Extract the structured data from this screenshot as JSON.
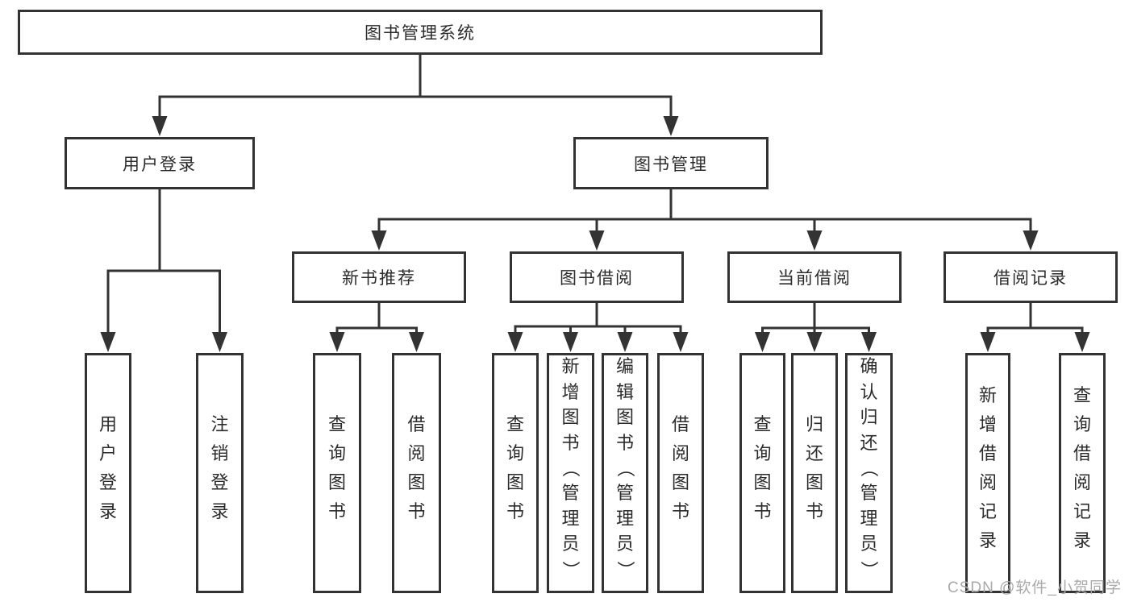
{
  "diagram": {
    "tree": {
      "id": "root",
      "label": "图书管理系统",
      "children": [
        {
          "id": "user-login",
          "label": "用户登录",
          "children": [
            {
              "id": "leaf-user-login",
              "label": "用户登录"
            },
            {
              "id": "leaf-logout-login",
              "label": "注销登录"
            }
          ]
        },
        {
          "id": "book-mgmt",
          "label": "图书管理",
          "children": [
            {
              "id": "new-book-rec",
              "label": "新书推荐",
              "children": [
                {
                  "id": "nbr-query-book",
                  "label": "查询图书"
                },
                {
                  "id": "nbr-borrow-book",
                  "label": "借阅图书"
                }
              ]
            },
            {
              "id": "book-borrow",
              "label": "图书借阅",
              "children": [
                {
                  "id": "bb-query-book",
                  "label": "查询图书"
                },
                {
                  "id": "bb-add-book",
                  "label": "新增图书（管理员）"
                },
                {
                  "id": "bb-edit-book",
                  "label": "编辑图书（管理员）"
                },
                {
                  "id": "bb-borrow-book",
                  "label": "借阅图书"
                }
              ]
            },
            {
              "id": "current-borrow",
              "label": "当前借阅",
              "children": [
                {
                  "id": "cb-query-book",
                  "label": "查询图书"
                },
                {
                  "id": "cb-return-book",
                  "label": "归还图书"
                },
                {
                  "id": "cb-confirm-return",
                  "label": "确认归还（管理员）"
                }
              ]
            },
            {
              "id": "borrow-records",
              "label": "借阅记录",
              "children": [
                {
                  "id": "br-add-record",
                  "label": "新增借阅记录"
                },
                {
                  "id": "br-query-record",
                  "label": "查询借阅记录"
                }
              ]
            }
          ]
        }
      ]
    }
  },
  "watermark": {
    "text": "CSDN @软件_小贺同学"
  },
  "colors": {
    "line": "#333333",
    "text": "#2b2b2b",
    "background": "#ffffff",
    "watermark": "#a9a9a9"
  }
}
